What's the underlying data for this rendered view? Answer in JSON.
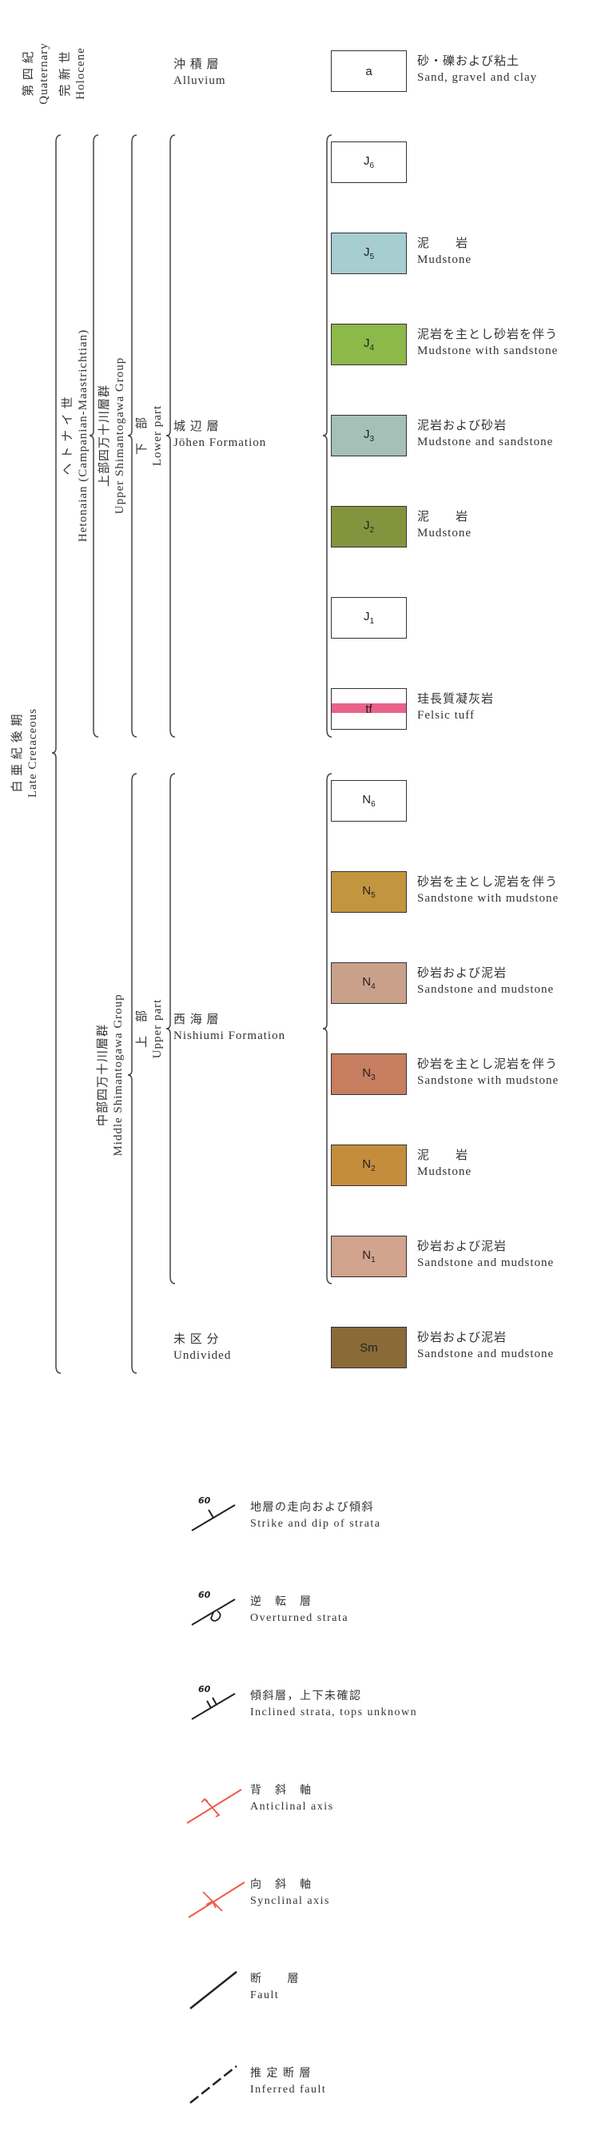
{
  "periods": {
    "quaternary": {
      "jp": "第 四 紀",
      "en": "Quaternary"
    },
    "holocene": {
      "jp": "完 新 世",
      "en": "Holocene"
    },
    "late_cretaceous": {
      "jp": "白 亜 紀 後 期",
      "en": "Late Cretaceous"
    },
    "hetonaian": {
      "jp": "ヘ ト ナ イ 世",
      "en": "Hetonaian (Campanian-Maastrichtian)"
    }
  },
  "groups": {
    "upper_shimantogawa": {
      "jp": "上部四万十川層群",
      "en": "Upper Shimantogawa Group"
    },
    "lower_part": {
      "jp": "下　部",
      "en": "Lower part"
    },
    "middle_shimantogawa": {
      "jp": "中部四万十川層群",
      "en": "Middle Shimantogawa Group"
    },
    "upper_part": {
      "jp": "上　部",
      "en": "Upper part"
    }
  },
  "formations": {
    "alluvium": {
      "jp": "沖 積 層",
      "en": "Alluvium"
    },
    "johen": {
      "jp": "城 辺 層",
      "en": "Jōhen Formation"
    },
    "nishiumi": {
      "jp": "西 海 層",
      "en": "Nishiumi Formation"
    },
    "undivided": {
      "jp": "未 区 分",
      "en": "Undivided"
    }
  },
  "units": [
    {
      "code": "a",
      "sub": "",
      "color": "#ffffff",
      "jp": "砂・礫および粘土",
      "en": "Sand, gravel and clay"
    },
    {
      "code": "J",
      "sub": "6",
      "color": "#ffffff",
      "jp": "",
      "en": ""
    },
    {
      "code": "J",
      "sub": "5",
      "color": "#a6cdd0",
      "jp": "泥　　岩",
      "en": "Mudstone"
    },
    {
      "code": "J",
      "sub": "4",
      "color": "#8db84a",
      "jp": "泥岩を主とし砂岩を伴う",
      "en": "Mudstone with sandstone"
    },
    {
      "code": "J",
      "sub": "3",
      "color": "#a5c0b6",
      "jp": "泥岩および砂岩",
      "en": "Mudstone and sandstone"
    },
    {
      "code": "J",
      "sub": "2",
      "color": "#84943e",
      "jp": "泥　　岩",
      "en": "Mudstone"
    },
    {
      "code": "J",
      "sub": "1",
      "color": "#ffffff",
      "jp": "",
      "en": ""
    },
    {
      "code": "tf",
      "sub": "",
      "color": "#ffffff",
      "band": "#e8628c",
      "jp": "珪長質凝灰岩",
      "en": "Felsic tuff"
    },
    {
      "code": "N",
      "sub": "6",
      "color": "#ffffff",
      "jp": "",
      "en": ""
    },
    {
      "code": "N",
      "sub": "5",
      "color": "#c4953f",
      "jp": "砂岩を主とし泥岩を伴う",
      "en": "Sandstone with mudstone"
    },
    {
      "code": "N",
      "sub": "4",
      "color": "#c9a08a",
      "jp": "砂岩および泥岩",
      "en": "Sandstone and mudstone"
    },
    {
      "code": "N",
      "sub": "3",
      "color": "#c77d5f",
      "jp": "砂岩を主とし泥岩を伴う",
      "en": "Sandstone with mudstone"
    },
    {
      "code": "N",
      "sub": "2",
      "color": "#c48d3c",
      "jp": "泥　　岩",
      "en": "Mudstone"
    },
    {
      "code": "N",
      "sub": "1",
      "color": "#d2a38d",
      "jp": "砂岩および泥岩",
      "en": "Sandstone and mudstone"
    },
    {
      "code": "Sm",
      "sub": "",
      "color": "#8a6a37",
      "jp": "砂岩および泥岩",
      "en": "Sandstone and mudstone"
    }
  ],
  "symbols": [
    {
      "icon": "strike-dip-icon",
      "value": "60",
      "jp": "地層の走向および傾斜",
      "en": "Strike and dip of strata",
      "color": "#222222"
    },
    {
      "icon": "overturned-strata-icon",
      "value": "60",
      "jp": "逆　転　層",
      "en": "Overturned strata",
      "color": "#222222"
    },
    {
      "icon": "inclined-strata-icon",
      "value": "60",
      "jp": "傾斜層，上下未確認",
      "en": "Inclined strata, tops unknown",
      "color": "#222222"
    },
    {
      "icon": "anticlinal-axis-icon",
      "value": "",
      "jp": "背　斜　軸",
      "en": "Anticlinal axis",
      "color": "#ee5a4a"
    },
    {
      "icon": "synclinal-axis-icon",
      "value": "",
      "jp": "向　斜　軸",
      "en": "Synclinal axis",
      "color": "#ee5a4a"
    },
    {
      "icon": "fault-icon",
      "value": "",
      "jp": "断　　層",
      "en": "Fault",
      "color": "#222222"
    },
    {
      "icon": "inferred-fault-icon",
      "value": "",
      "jp": "推 定 断 層",
      "en": "Inferred fault",
      "color": "#222222"
    }
  ]
}
